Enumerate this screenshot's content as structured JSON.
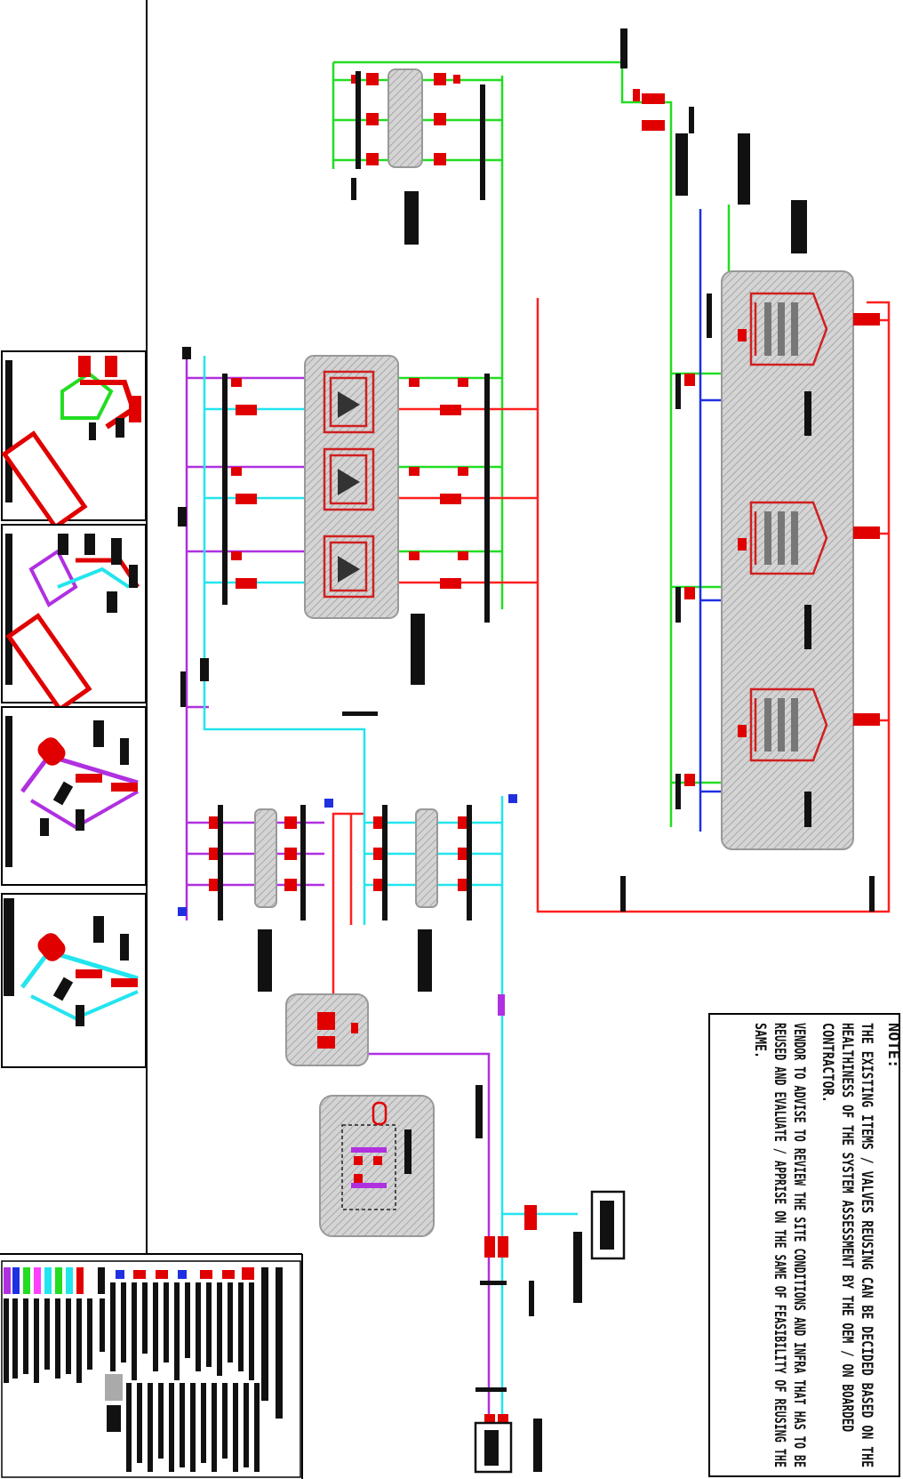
{
  "notes": {
    "heading": "NOTE:",
    "line1": "THE EXISTING ITEMS / VALVES REUSING CAN BE DECIDED BASED ON THE",
    "line2": "HEALTHINESS OF THE SYSTEM ASSESSMENT BY THE OEM / ON BOARDED",
    "line3": "CONTRACTOR.",
    "line4": "VENDOR TO ADVISE TO REVIEW THE SITE CONDITIONS AND INFRA THAT HAS TO BE",
    "line5": "REUSED AND EVALUATE / APPRISE ON THE SAME OF FEASIBILITY OF REUSING THE",
    "line6": "SAME."
  },
  "colors": {
    "condenser_water": "#22dd22",
    "hot_water": "#ff2020",
    "chilled_water": "#22e5ee",
    "return_water": "#b030e0",
    "make_up": "#2030e0",
    "equipment_fill": "#cfcfcf",
    "equipment_outline": "#d02020",
    "frame": "#000000"
  }
}
